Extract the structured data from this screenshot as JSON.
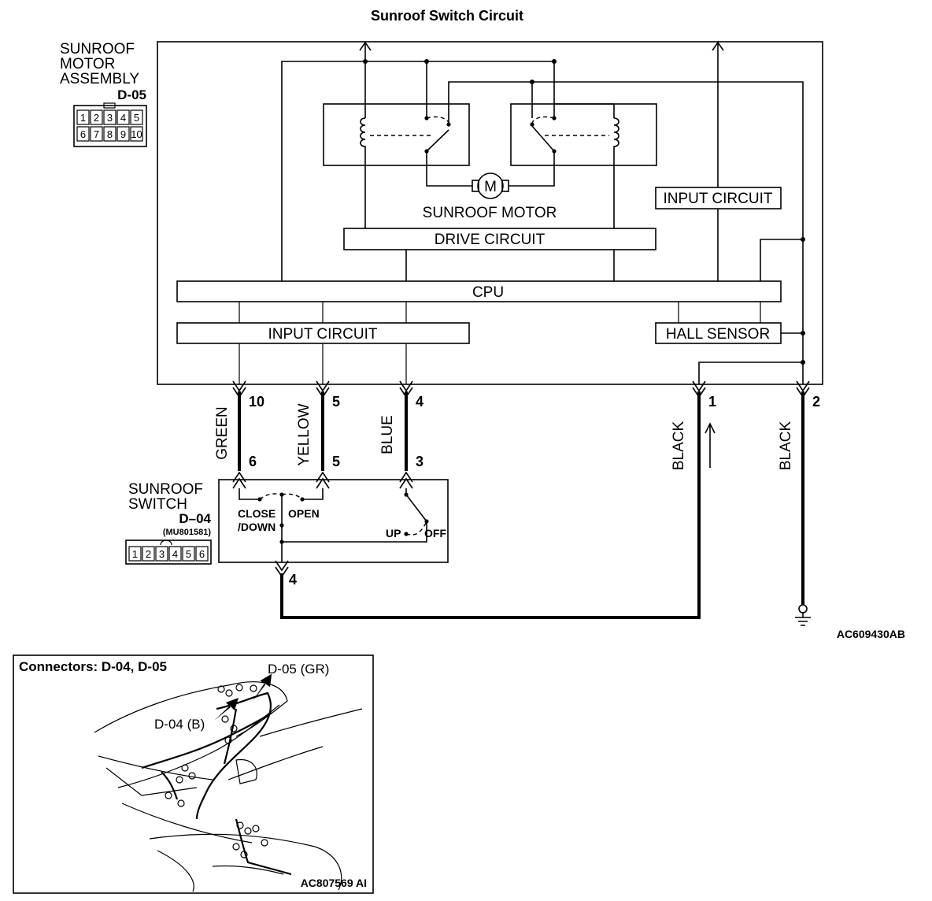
{
  "title": "Sunroof Switch Circuit",
  "motor_assembly": {
    "name_lines": [
      "SUNROOF",
      "MOTOR",
      "ASSEMBLY"
    ],
    "connector_id": "D-05",
    "connector_pins_top": [
      "1",
      "2",
      "3",
      "4",
      "5"
    ],
    "connector_pins_bottom": [
      "6",
      "7",
      "8",
      "9",
      "10"
    ]
  },
  "blocks": {
    "motor": "SUNROOF MOTOR",
    "motor_symbol": "M",
    "drive_circuit": "DRIVE CIRCUIT",
    "cpu": "CPU",
    "input_circuit_left": "INPUT CIRCUIT",
    "input_circuit_right": "INPUT CIRCUIT",
    "hall_sensor": "HALL SENSOR"
  },
  "wires": [
    {
      "color": "GREEN",
      "motor_pin": "10",
      "switch_pin": "6"
    },
    {
      "color": "YELLOW",
      "motor_pin": "5",
      "switch_pin": "5"
    },
    {
      "color": "BLUE",
      "motor_pin": "4",
      "switch_pin": "3"
    },
    {
      "color": "BLACK",
      "motor_pin": "1"
    },
    {
      "color": "BLACK",
      "motor_pin": "2"
    }
  ],
  "sunroof_switch": {
    "name_lines": [
      "SUNROOF",
      "SWITCH"
    ],
    "connector_id": "D–04",
    "part_number": "(MU801581)",
    "connector_pins": [
      "1",
      "2",
      "3",
      "4",
      "5",
      "6"
    ],
    "ground_pin": "4",
    "positions": {
      "close_line1": "CLOSE",
      "close_line2": "/DOWN",
      "open": "OPEN",
      "up": "UP",
      "off": "OFF"
    }
  },
  "diagram_code": "AC609430AB",
  "location_panel": {
    "title": "Connectors: D-04, D-05",
    "label_d05": "D-05 (GR)",
    "label_d04": "D-04 (B)",
    "code": "AC807569 AI"
  }
}
